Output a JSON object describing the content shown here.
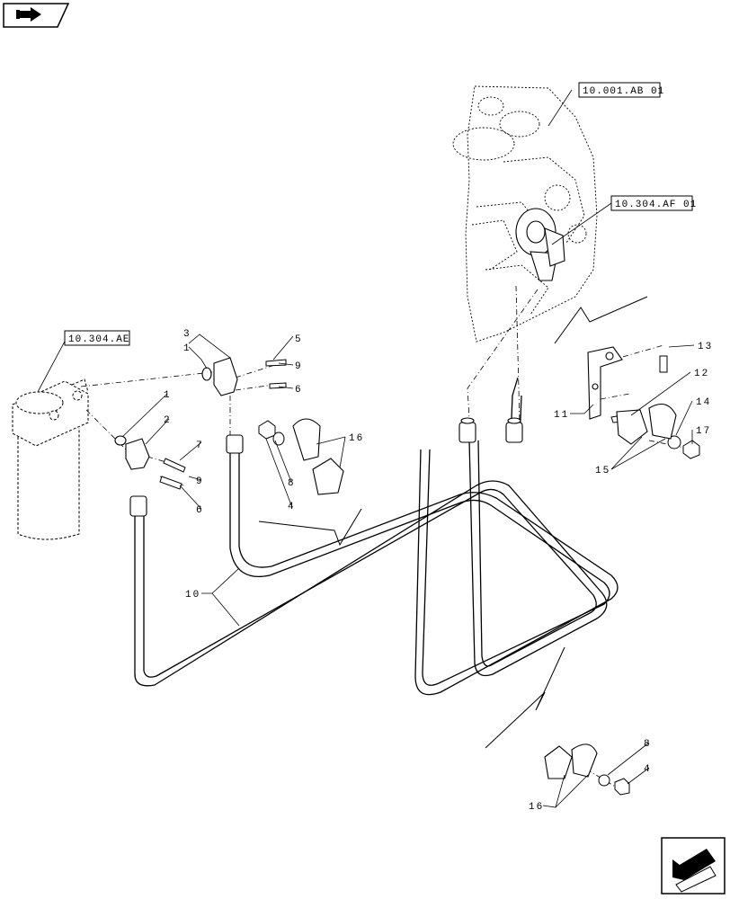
{
  "references": {
    "ref_engine": "10.001.AB 01",
    "ref_pump": "10.304.AF 01",
    "ref_filter": "10.304.AE"
  },
  "callouts": {
    "c1a": "1",
    "c1b": "1",
    "c2": "2",
    "c3": "3",
    "c4a": "4",
    "c4b": "4",
    "c5": "5",
    "c6a": "6",
    "c6b": "6",
    "c7": "7",
    "c8a": "8",
    "c8b": "8",
    "c9a": "9",
    "c9b": "9",
    "c10": "10",
    "c11": "11",
    "c12": "12",
    "c13": "13",
    "c14": "14",
    "c15": "15",
    "c16a": "16",
    "c16b": "16",
    "c17": "17"
  },
  "icons": {
    "top_left": "book-arrow-icon",
    "bottom_right": "next-page-arrow-icon"
  }
}
